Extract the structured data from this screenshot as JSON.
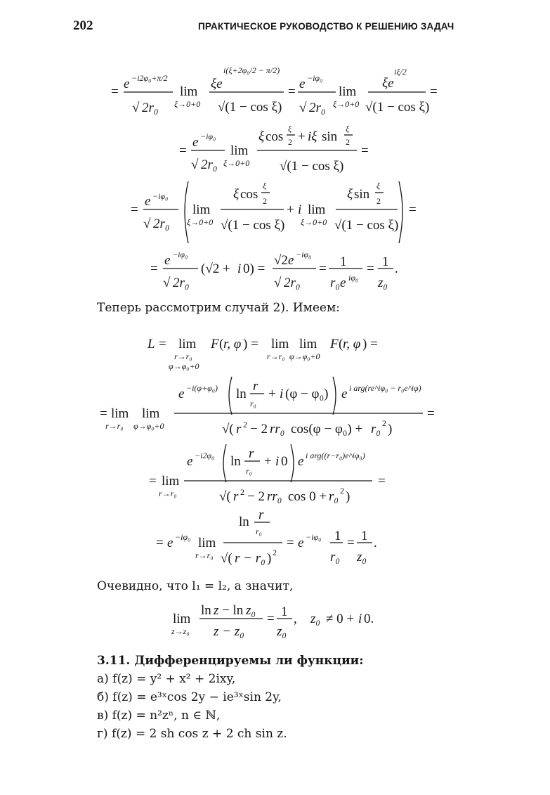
{
  "header": {
    "page_number": "202",
    "running_title": "ПРАКТИЧЕСКОЕ РУКОВОДСТВО К РЕШЕНИЮ ЗАДАЧ"
  },
  "text": {
    "case2_intro": "Теперь рассмотрим случай 2). Имеем:",
    "conclusion": "Очевидно, что l₁ = l₂, а значит,"
  },
  "problem": {
    "title": "3.11. Дифференцируемы ли функции:",
    "items": [
      "а) f(z) = y² + x² + 2ixy,",
      "б) f(z) = e³ˣcos 2y − ie³ˣsin 2y,",
      "в) f(z) = n²zⁿ, n ∈ ℕ,",
      "г) f(z) = 2 sh cos z + 2 ch sin z."
    ]
  }
}
